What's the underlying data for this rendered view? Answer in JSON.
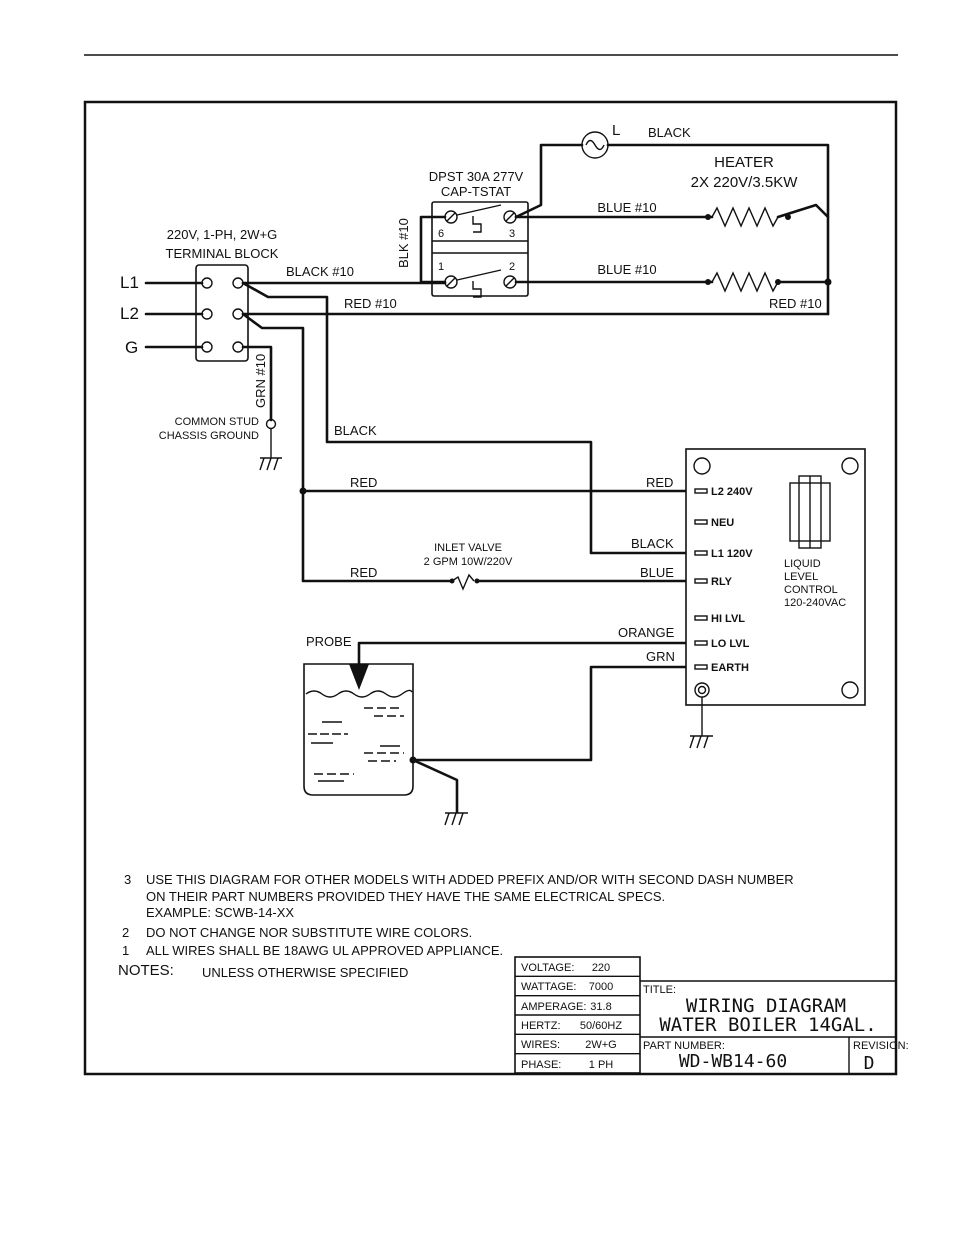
{
  "terminal_block": {
    "title_line1": "220V, 1-PH, 2W+G",
    "title_line2": "TERMINAL BLOCK",
    "lines": [
      "L1",
      "L2",
      "G"
    ]
  },
  "switch": {
    "title_line1": "DPST 30A 277V",
    "title_line2": "CAP-TSTAT",
    "terminals": [
      "6",
      "3",
      "1",
      "2"
    ],
    "jumper_label": "BLK #10"
  },
  "lamp": {
    "label": "L"
  },
  "heater": {
    "title_line1": "HEATER",
    "title_line2": "2X 220V/3.5KW"
  },
  "wires": {
    "black_top": "BLACK",
    "blue_upper": "BLUE #10",
    "blue_lower": "BLUE #10",
    "black10": "BLACK #10",
    "red10_left": "RED #10",
    "red10_right": "RED #10",
    "grn10": "GRN #10",
    "black_mid": "BLACK",
    "red_l2_left": "RED",
    "red_l2_right": "RED",
    "black_l1": "BLACK",
    "red_valve_left": "RED",
    "blue_rly": "BLUE",
    "orange": "ORANGE",
    "grn": "GRN"
  },
  "ground": {
    "line1": "COMMON STUD",
    "line2": "CHASSIS GROUND"
  },
  "valve": {
    "line1": "INLET VALVE",
    "line2": "2 GPM 10W/220V"
  },
  "probe": {
    "label": "PROBE"
  },
  "controller": {
    "terminals": [
      "L2 240V",
      "NEU",
      "L1 120V",
      "RLY",
      "HI LVL",
      "LO LVL",
      "EARTH"
    ],
    "label_lines": [
      "LIQUID",
      "LEVEL",
      "CONTROL",
      "120-240VAC"
    ]
  },
  "notes": {
    "header": "NOTES:",
    "unless": "UNLESS OTHERWISE SPECIFIED",
    "items": [
      {
        "num": "3",
        "lines": [
          "USE THIS DIAGRAM FOR OTHER MODELS WITH ADDED PREFIX AND/OR WITH SECOND DASH NUMBER",
          "ON THEIR PART NUMBERS PROVIDED THEY HAVE THE SAME ELECTRICAL SPECS.",
          "EXAMPLE:   SCWB-14-XX"
        ]
      },
      {
        "num": "2",
        "lines": [
          "DO NOT CHANGE NOR SUBSTITUTE WIRE COLORS."
        ]
      },
      {
        "num": "1",
        "lines": [
          "ALL WIRES SHALL BE 18AWG UL APPROVED APPLIANCE."
        ]
      }
    ]
  },
  "specs": [
    {
      "label": "VOLTAGE:",
      "value": "220"
    },
    {
      "label": "WATTAGE:",
      "value": "7000"
    },
    {
      "label": "AMPERAGE:",
      "value": "31.8"
    },
    {
      "label": "HERTZ:",
      "value": "50/60HZ"
    },
    {
      "label": "WIRES:",
      "value": "2W+G"
    },
    {
      "label": "PHASE:",
      "value": "1 PH"
    }
  ],
  "title_block": {
    "title_label": "TITLE:",
    "title_line1": "WIRING DIAGRAM",
    "title_line2": "WATER BOILER 14GAL.",
    "part_label": "PART NUMBER:",
    "part_number": "WD-WB14-60",
    "revision_label": "REVISION:",
    "revision": "D"
  }
}
